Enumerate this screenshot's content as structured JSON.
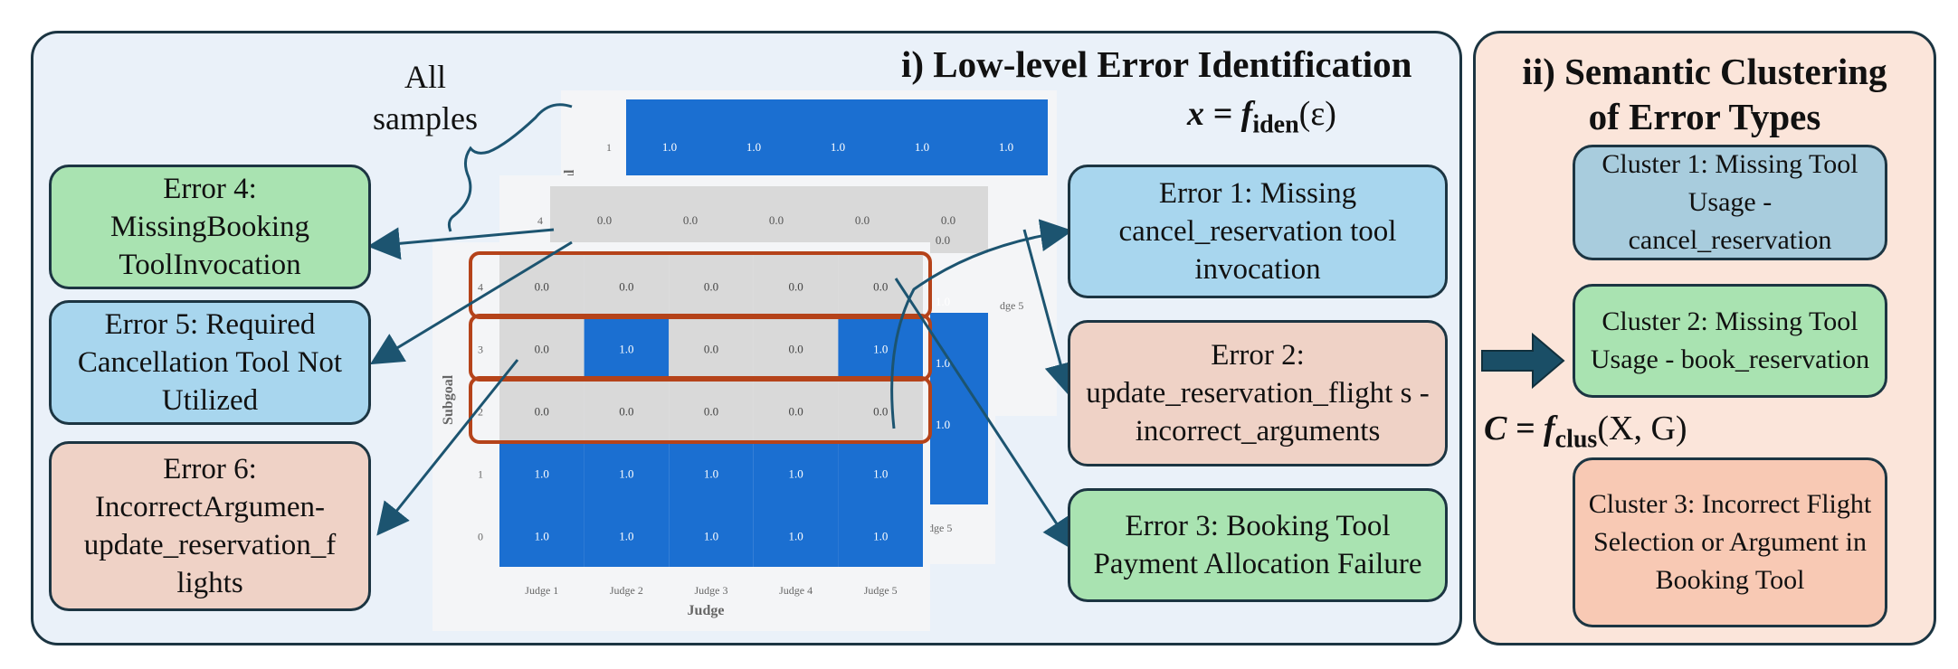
{
  "left_panel": {
    "title": "i) Low-level Error Identification",
    "formula_lhs": "x = f",
    "formula_sub": "iden",
    "formula_arg": "(ε)",
    "all_samples": "All samples",
    "errors": [
      {
        "id": "error-4",
        "text": "Error 4: MissingBooking ToolInvocation",
        "color": "#a9e3b1"
      },
      {
        "id": "error-5",
        "text": "Error 5: Required Cancellation Tool Not Utilized",
        "color": "#a8d6ee"
      },
      {
        "id": "error-6",
        "text": "Error 6: IncorrectArgumen-update_reservation_f lights",
        "color": "#efd2c6"
      },
      {
        "id": "error-1",
        "text": "Error 1: Missing cancel_reservation tool invocation",
        "color": "#a8d6ee"
      },
      {
        "id": "error-2",
        "text": "Error 2: update_reservation_flight s -incorrect_arguments",
        "color": "#efd2c6"
      },
      {
        "id": "error-3",
        "text": "Error 3: Booking Tool Payment Allocation Failure",
        "color": "#a9e3b1"
      }
    ]
  },
  "right_panel": {
    "title_line1": "ii) Semantic Clustering",
    "title_line2": "of Error Types",
    "formula_lhs": "C = f",
    "formula_sub": "clus",
    "formula_arg": "(X, G)",
    "clusters": [
      {
        "text": "Cluster 1: Missing Tool Usage - cancel_reservation",
        "color": "#a8ccdd"
      },
      {
        "text": "Cluster 2: Missing Tool Usage - book_reservation",
        "color": "#a9e3b1"
      },
      {
        "text": "Cluster 3: Incorrect Flight Selection or Argument in Booking Tool",
        "color": "#f8c9b4"
      }
    ]
  },
  "heatmap": {
    "x_label": "Judge",
    "y_label": "Subgoal",
    "back_y_label": "al",
    "judges": [
      "Judge 1",
      "Judge 2",
      "Judge 3",
      "Judge 4",
      "Judge 5"
    ],
    "subgoals": [
      "4",
      "3",
      "2",
      "1",
      "0"
    ],
    "values": [
      [
        "0.0",
        "0.0",
        "0.0",
        "0.0",
        "0.0"
      ],
      [
        "0.0",
        "1.0",
        "0.0",
        "0.0",
        "1.0"
      ],
      [
        "0.0",
        "0.0",
        "0.0",
        "0.0",
        "0.0"
      ],
      [
        "1.0",
        "1.0",
        "1.0",
        "1.0",
        "1.0"
      ],
      [
        "1.0",
        "1.0",
        "1.0",
        "1.0",
        "1.0"
      ]
    ],
    "back_top_row_label": "1",
    "back_top_row": [
      "1.0",
      "1.0",
      "1.0",
      "1.0",
      "1.0"
    ],
    "mid_row_label": "4",
    "mid_row": [
      "0.0",
      "0.0",
      "0.0",
      "0.0",
      "0.0"
    ],
    "mid_right_values": [
      "0.0",
      "1.0",
      "1.0",
      "1.0"
    ],
    "mid_judge_label": "udge 5",
    "back_judge_label": "dge 5",
    "colors": {
      "one": "#1b6fd1",
      "zero": "#d9d9d9",
      "highlight": "#b5431a"
    }
  }
}
